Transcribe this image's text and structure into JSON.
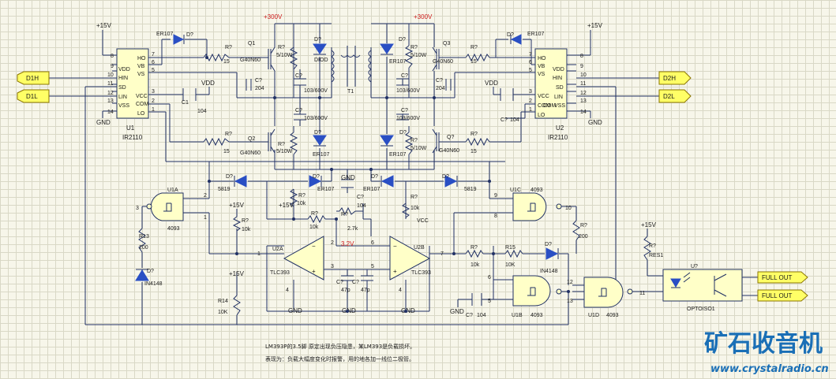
{
  "supplies": {
    "v15": "+15V",
    "v300": "+300V",
    "vdd": "VDD",
    "gnd": "GND",
    "vcc": "VCC",
    "ref": "3.2V"
  },
  "ports": {
    "d1h": "D1H",
    "d1l": "D1L",
    "d2h": "D2H",
    "d2l": "D2L",
    "full_out": "FULL OUT"
  },
  "drivers": {
    "u1": {
      "ref": "U1",
      "part": "IR2110",
      "pins_left": [
        "VDD",
        "HIN",
        "SD",
        "LIN",
        "VSS"
      ],
      "pins_left_num": [
        "8",
        "9",
        "10",
        "11",
        "12",
        "13",
        "14"
      ],
      "pins_right": [
        "HO",
        "VB",
        "VS",
        "VCC",
        "COM",
        "LO"
      ],
      "pins_right_num": [
        "7",
        "6",
        "5",
        "3",
        "2",
        "1"
      ]
    },
    "u2": {
      "ref": "U2",
      "part": "IR2110",
      "pins_left": [
        "HO",
        "VB",
        "VS",
        "VCC",
        "COM",
        "LO"
      ],
      "pins_left_num": [
        "7",
        "6",
        "5",
        "3",
        "2",
        "1"
      ],
      "pins_right": [
        "VDD",
        "HIN",
        "SD",
        "LIN",
        "VSS"
      ],
      "pins_right_num": [
        "8",
        "9",
        "10",
        "11",
        "12",
        "13",
        "14"
      ]
    }
  },
  "parts": {
    "er107": "ER107",
    "dq": "D?",
    "rq": "R?",
    "cq": "C?",
    "r15": "15",
    "r5_10w": "5/10W",
    "q1": "Q1",
    "q2": "Q2",
    "q3": "Q3",
    "qq": "Q?",
    "g40n60": "G40N60",
    "diod": "DIOD",
    "t1": "T1",
    "c103_600v": "103/600V",
    "c204": "204",
    "c104": "104",
    "d5819": "5819",
    "r10k": "10k",
    "r10k_up": "10K",
    "r2_7k": "2.7k",
    "r200": "200",
    "r13": "R13",
    "r14": "R14",
    "r15n": "R15",
    "c47p": "47p",
    "in4148": "IN4148",
    "res1": "RES1",
    "u1a": "U1A",
    "u1b": "U1B",
    "u1c": "U1C",
    "u1d": "U1D",
    "g4093": "4093",
    "u2a": "U2A",
    "u2b": "U2B",
    "tlc393": "TLC393",
    "u_q": "U?",
    "optoiso1": "OPTOISO1",
    "c_ci": "C1",
    "com": "COM",
    "pin_nums": [
      "1",
      "2",
      "3",
      "4",
      "5",
      "6",
      "7",
      "8",
      "9",
      "10",
      "11",
      "12",
      "13",
      "14"
    ]
  },
  "notes": {
    "line1": "LM393P的3.5脚 原定出现负压隐患，某LM393是负载损坏。",
    "line2": "表现为：负载大幅度变化时报警，用的地各加一线位二极管。"
  },
  "watermark": {
    "cn": "矿石收音机",
    "url": "www.crystalradio.cn"
  }
}
